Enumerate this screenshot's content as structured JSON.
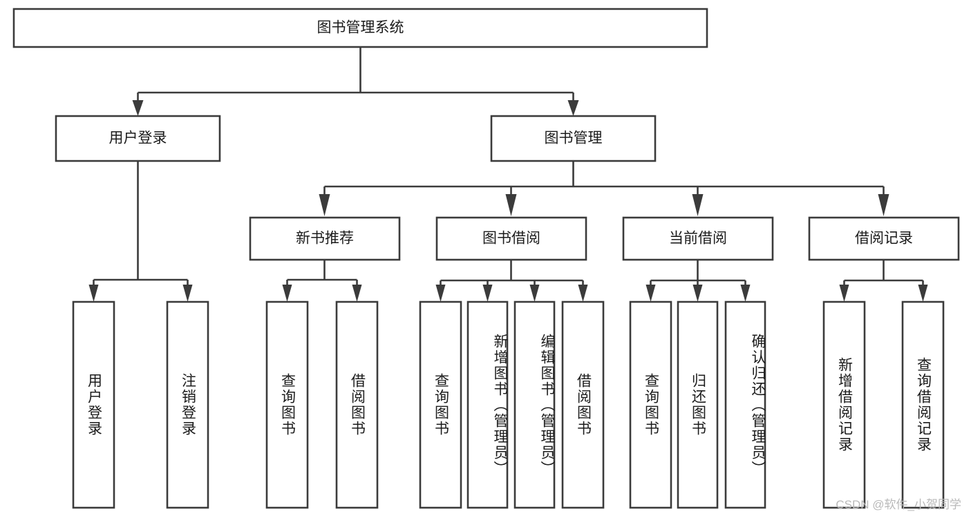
{
  "diagram": {
    "type": "tree-hierarchy",
    "orientation": "top-down",
    "root": {
      "label": "图书管理系统"
    },
    "level2": [
      {
        "label": "用户登录"
      },
      {
        "label": "图书管理"
      }
    ],
    "level3": [
      {
        "label": "新书推荐"
      },
      {
        "label": "图书借阅"
      },
      {
        "label": "当前借阅"
      },
      {
        "label": "借阅记录"
      }
    ],
    "leaves": {
      "user_login": [
        {
          "label": "用户登录"
        },
        {
          "label": "注销登录"
        }
      ],
      "new_book_recommend": [
        {
          "label": "查询图书"
        },
        {
          "label": "借阅图书"
        }
      ],
      "book_borrow": [
        {
          "label": "查询图书"
        },
        {
          "label": "新增图书（管理员）"
        },
        {
          "label": "编辑图书（管理员）"
        },
        {
          "label": "借阅图书"
        }
      ],
      "current_borrow": [
        {
          "label": "查询图书"
        },
        {
          "label": "归还图书"
        },
        {
          "label": "确认归还（管理员）"
        }
      ],
      "borrow_record": [
        {
          "label": "新增借阅记录"
        },
        {
          "label": "查询借阅记录"
        }
      ]
    },
    "watermark": "CSDN @软件_小贺同学",
    "colors": {
      "box_stroke": "#3b3b3b",
      "box_fill": "#ffffff",
      "text": "#1b1b1b",
      "background": "#ffffff",
      "watermark": "#b9b9b9"
    }
  }
}
